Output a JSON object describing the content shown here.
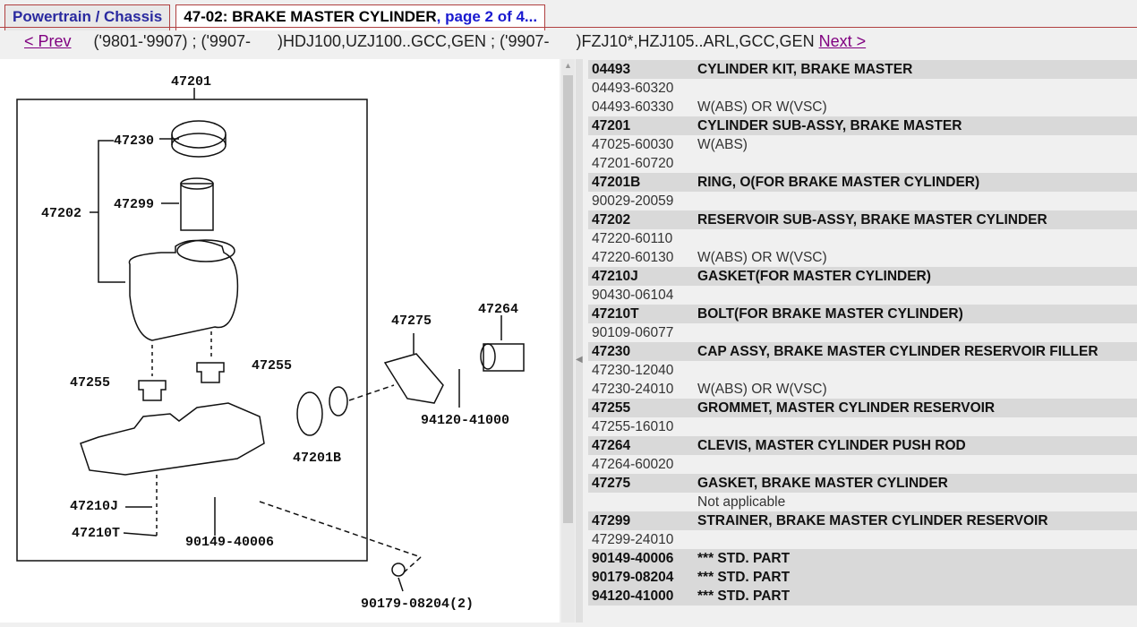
{
  "tabs": [
    {
      "label": "Powertrain / Chassis"
    },
    {
      "title": "47-02: BRAKE MASTER CYLINDER",
      "page": ", page 2 of 4..."
    }
  ],
  "nav": {
    "prev": "< Prev",
    "applicability": "('9801-'9907) ; ('9907-      )HDJ100,UZJ100..GCC,GEN ; ('9907-      )FZJ10*,HZJ105..ARL,GCC,GEN",
    "next": "Next >"
  },
  "diagram_labels": {
    "l47201": "47201",
    "l47230": "47230",
    "l47202": "47202",
    "l47299": "47299",
    "l47255a": "47255",
    "l47255b": "47255",
    "l47275": "47275",
    "l47264": "47264",
    "l94120": "94120-41000",
    "l47201b": "47201B",
    "l47210j": "47210J",
    "l47210t": "47210T",
    "l90149": "90149-40006",
    "l90179": "90179-08204(2)"
  },
  "parts": [
    {
      "h": true,
      "code": "04493",
      "desc": "CYLINDER KIT, BRAKE MASTER"
    },
    {
      "code": "04493-60320",
      "desc": ""
    },
    {
      "code": "04493-60330",
      "desc": "W(ABS) OR W(VSC)"
    },
    {
      "h": true,
      "code": "47201",
      "desc": "CYLINDER SUB-ASSY, BRAKE MASTER"
    },
    {
      "code": "47025-60030",
      "desc": "W(ABS)"
    },
    {
      "code": "47201-60720",
      "desc": ""
    },
    {
      "h": true,
      "code": "47201B",
      "desc": "RING, O(FOR BRAKE MASTER CYLINDER)"
    },
    {
      "code": "90029-20059",
      "desc": ""
    },
    {
      "h": true,
      "code": "47202",
      "desc": "RESERVOIR SUB-ASSY, BRAKE MASTER CYLINDER"
    },
    {
      "code": "47220-60110",
      "desc": ""
    },
    {
      "code": "47220-60130",
      "desc": "W(ABS) OR W(VSC)"
    },
    {
      "h": true,
      "code": "47210J",
      "desc": "GASKET(FOR MASTER CYLINDER)"
    },
    {
      "code": "90430-06104",
      "desc": ""
    },
    {
      "h": true,
      "code": "47210T",
      "desc": "BOLT(FOR BRAKE MASTER CYLINDER)"
    },
    {
      "code": "90109-06077",
      "desc": ""
    },
    {
      "h": true,
      "code": "47230",
      "desc": "CAP ASSY, BRAKE MASTER CYLINDER RESERVOIR FILLER"
    },
    {
      "code": "47230-12040",
      "desc": ""
    },
    {
      "code": "47230-24010",
      "desc": "W(ABS) OR W(VSC)"
    },
    {
      "h": true,
      "code": "47255",
      "desc": "GROMMET, MASTER CYLINDER RESERVOIR"
    },
    {
      "code": "47255-16010",
      "desc": ""
    },
    {
      "h": true,
      "code": "47264",
      "desc": "CLEVIS, MASTER CYLINDER PUSH ROD"
    },
    {
      "code": "47264-60020",
      "desc": ""
    },
    {
      "h": true,
      "code": "47275",
      "desc": "GASKET, BRAKE MASTER CYLINDER"
    },
    {
      "code": "",
      "desc": "Not applicable"
    },
    {
      "h": true,
      "code": "47299",
      "desc": "STRAINER, BRAKE MASTER CYLINDER RESERVOIR"
    },
    {
      "code": "47299-24010",
      "desc": ""
    },
    {
      "h": true,
      "code": "90149-40006",
      "desc": "*** STD. PART"
    },
    {
      "h": true,
      "code": "90179-08204",
      "desc": "*** STD. PART"
    },
    {
      "h": true,
      "code": "94120-41000",
      "desc": "*** STD. PART"
    }
  ]
}
